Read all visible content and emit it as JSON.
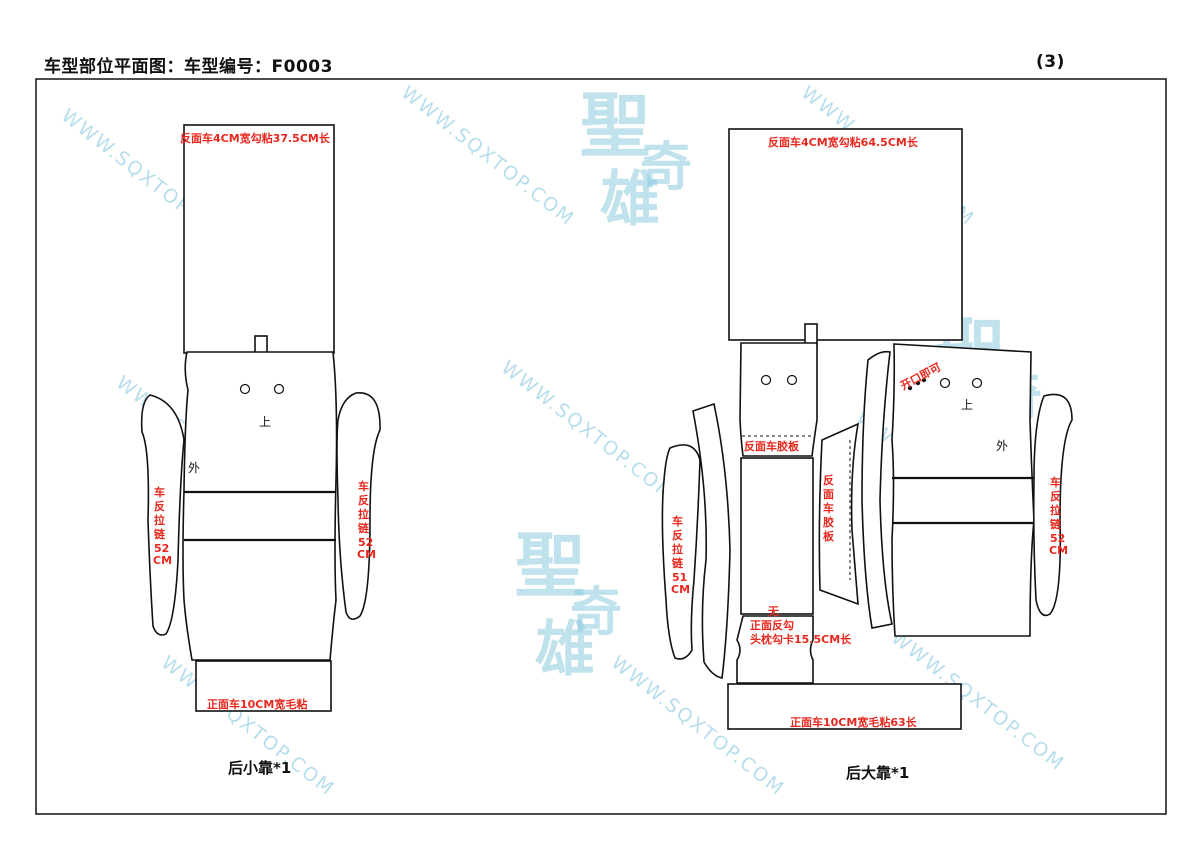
{
  "header": {
    "title": "车型部位平面图：车型编号：F0003",
    "page": "(3)"
  },
  "watermark": {
    "url": "WWW.SQXTOP.COM",
    "brand_chars": [
      "聖",
      "奇",
      "雄"
    ],
    "color": "#9fd3e6"
  },
  "left_panel": {
    "caption": "后小靠*1",
    "top_note": "反面车4CM宽勾粘37.5CM长",
    "up_label": "上",
    "outer_label": "外",
    "left_wing_note": [
      "车",
      "反",
      "拉",
      "链",
      "52",
      "CM"
    ],
    "right_wing_note": [
      "车",
      "反",
      "拉",
      "链",
      "52",
      "CM"
    ],
    "bottom_note": "正面车10CM宽毛粘"
  },
  "right_panel": {
    "caption": "后大靠*1",
    "top_note": "反面车4CM宽勾粘64.5CM长",
    "glue_note": "反面车胶板",
    "glue_vertical": [
      "反",
      "面",
      "车",
      "胶",
      "板"
    ],
    "opening_note": "开口即可",
    "up_label": "上",
    "outer_label": "外",
    "left_wing_note": [
      "车",
      "反",
      "拉",
      "链",
      "51",
      "CM"
    ],
    "right_wing_note": [
      "车",
      "反",
      "拉",
      "链",
      "52",
      "CM"
    ],
    "headrest_note": [
      "无",
      "正面反勾",
      "头枕勾卡15.5CM长"
    ],
    "bottom_note": "正面车10CM宽毛粘63长"
  },
  "colors": {
    "annotation": "#e8281e",
    "outline": "#111111"
  }
}
